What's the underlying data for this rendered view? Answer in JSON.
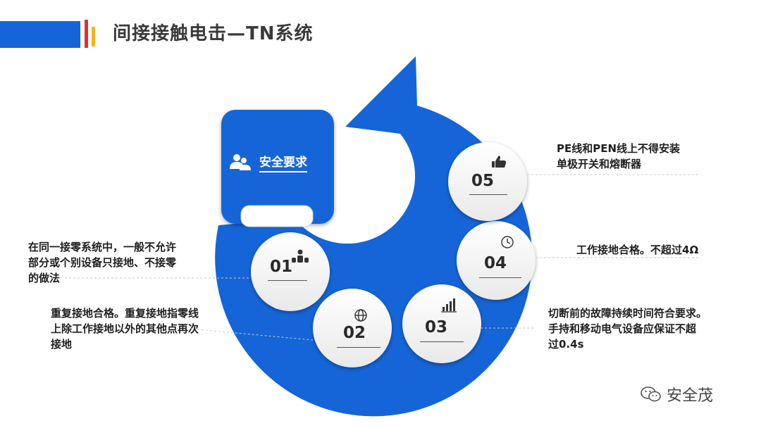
{
  "header": {
    "title": "间接接触电击—TN系统",
    "colors": {
      "blue": "#1565d8",
      "red": "#e0312b",
      "yellow": "#f6b21a"
    }
  },
  "card": {
    "label": "安全要求",
    "icon": "users-icon"
  },
  "items": [
    {
      "num": "01",
      "icon": "people-icon",
      "text": [
        "在同一接零系统中，一般不允许",
        "部分或个别设备只接地、不接零",
        "的做法"
      ]
    },
    {
      "num": "02",
      "icon": "globe-icon",
      "text": [
        "重复接地合格。重复接地指零线",
        "上除工作接地以外的其他点再次",
        "接地"
      ]
    },
    {
      "num": "03",
      "icon": "bar-chart-icon",
      "text": [
        "切断前的故障持续时间符合要求。",
        "手持和移动电气设备应保证不超",
        "过0.4s"
      ]
    },
    {
      "num": "04",
      "icon": "clock-icon",
      "text": [
        "工作接地合格。不超过4Ω"
      ]
    },
    {
      "num": "05",
      "icon": "thumbs-up-icon",
      "text": [
        "PE线和PEN线上不得安装",
        "单极开关和熔断器"
      ]
    }
  ],
  "watermark": {
    "text": "安全茂",
    "icon": "wechat-icon"
  },
  "colors": {
    "ring": "#1565d8",
    "circle_fill": "#ffffff",
    "ann_text": "#1f1f1f"
  }
}
